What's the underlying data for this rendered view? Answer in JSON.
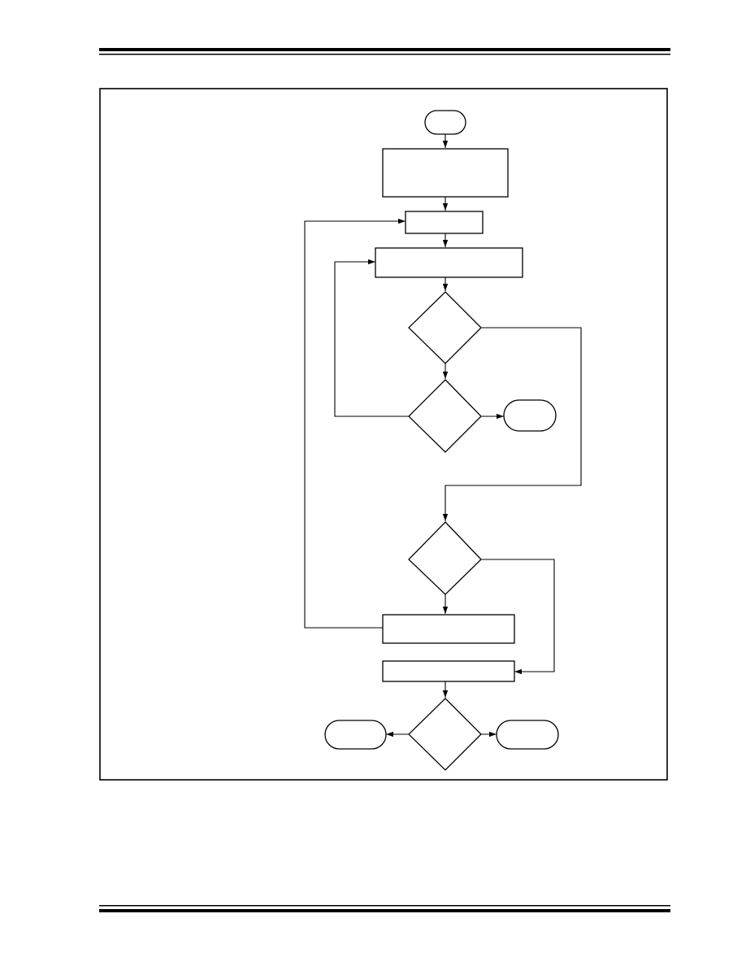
{
  "document": {
    "header_rule": "double",
    "footer_rule": "double"
  },
  "colors": {
    "ink": "#000000",
    "paper": "#ffffff"
  },
  "flowchart": {
    "shapes": [
      {
        "name": "start-terminator",
        "shape": "terminator",
        "label": ""
      },
      {
        "name": "init-process",
        "shape": "process",
        "label": ""
      },
      {
        "name": "loop-entry-process",
        "shape": "process",
        "label": ""
      },
      {
        "name": "poll-process",
        "shape": "process",
        "label": ""
      },
      {
        "name": "first-decision",
        "shape": "decision",
        "label": ""
      },
      {
        "name": "second-decision",
        "shape": "decision",
        "label": ""
      },
      {
        "name": "exit-terminator",
        "shape": "terminator",
        "label": ""
      },
      {
        "name": "third-decision",
        "shape": "decision",
        "label": ""
      },
      {
        "name": "retry-process",
        "shape": "process",
        "label": ""
      },
      {
        "name": "final-process",
        "shape": "process",
        "label": ""
      },
      {
        "name": "final-decision",
        "shape": "decision",
        "label": ""
      },
      {
        "name": "left-end-terminator",
        "shape": "terminator",
        "label": ""
      },
      {
        "name": "right-end-terminator",
        "shape": "terminator",
        "label": ""
      }
    ],
    "connections": [
      {
        "from": "start-terminator",
        "to": "init-process"
      },
      {
        "from": "init-process",
        "to": "loop-entry-process"
      },
      {
        "from": "loop-entry-process",
        "to": "poll-process"
      },
      {
        "from": "poll-process",
        "to": "first-decision"
      },
      {
        "from": "first-decision",
        "to": "second-decision"
      },
      {
        "from": "first-decision",
        "to": "third-decision"
      },
      {
        "from": "second-decision",
        "to": "exit-terminator"
      },
      {
        "from": "second-decision",
        "to": "poll-process"
      },
      {
        "from": "third-decision",
        "to": "retry-process"
      },
      {
        "from": "third-decision",
        "to": "final-process"
      },
      {
        "from": "retry-process",
        "to": "loop-entry-process"
      },
      {
        "from": "final-process",
        "to": "final-decision"
      },
      {
        "from": "final-decision",
        "to": "left-end-terminator"
      },
      {
        "from": "final-decision",
        "to": "right-end-terminator"
      }
    ]
  }
}
